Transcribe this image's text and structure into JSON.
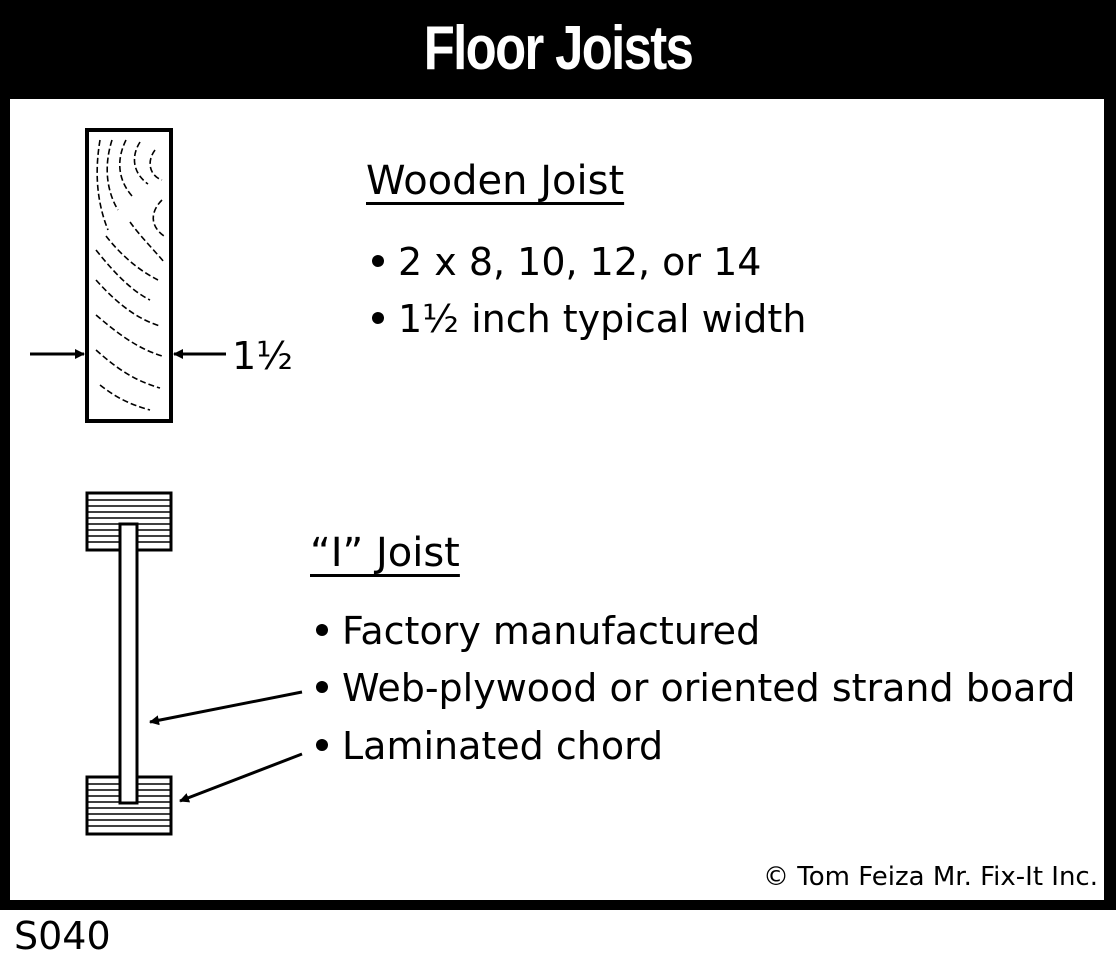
{
  "title": "Floor Joists",
  "wooden_joist": {
    "heading": "Wooden Joist",
    "bullets": [
      "2 x 8, 10, 12, or 14",
      "1½ inch typical width"
    ],
    "dimension_label": "1½"
  },
  "i_joist": {
    "heading": "“I” Joist",
    "bullets": [
      "Factory manufactured",
      "Web-plywood or oriented strand board",
      "Laminated chord"
    ]
  },
  "copyright": "© Tom Feiza Mr. Fix-It Inc.",
  "code": "S040"
}
